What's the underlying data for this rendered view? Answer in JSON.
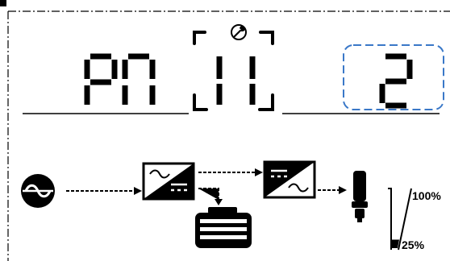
{
  "display": {
    "param_code": "PN",
    "param_number": "11",
    "param_value": "2",
    "setting_icon": "wrench-icon",
    "value_highlight_color": "#3a78c8"
  },
  "flow": {
    "source_icon": "ac-source-icon",
    "rectifier_icon": "ac-to-dc-converter-icon",
    "battery_icon": "battery-icon",
    "inverter_icon": "dc-to-ac-inverter-icon",
    "load_icon": "light-bulb-icon"
  },
  "load_meter": {
    "max_label": "100%",
    "min_label": "25%",
    "level_percent": 25
  }
}
